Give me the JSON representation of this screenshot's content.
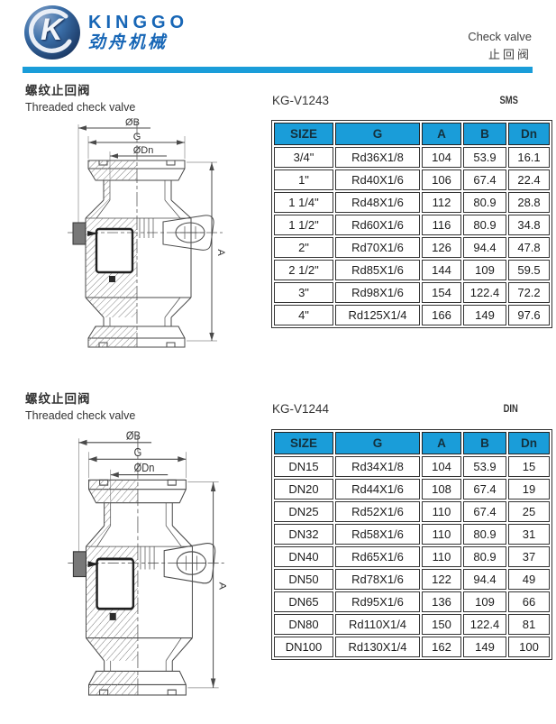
{
  "header": {
    "logo_monogram": "K",
    "brand": "KINGGO",
    "brand_cn": "劲舟机械",
    "product_en": "Check valve",
    "product_cn": "止回阀"
  },
  "colors": {
    "accent_blue": "#1a9dd9",
    "logo_blue": "#1766b6",
    "table_header_bg": "#1a9dd9"
  },
  "drawing_labels": {
    "ob": "ØB",
    "g": "G",
    "odn": "ØDn",
    "a": "A"
  },
  "sections": [
    {
      "title_cn": "螺纹止回阀",
      "title_en": "Threaded check valve",
      "model": "KG-V1243",
      "standard": "SMS",
      "table": {
        "columns": [
          "SIZE",
          "G",
          "A",
          "B",
          "Dn"
        ],
        "rows": [
          [
            "3/4\"",
            "Rd36X1/8",
            "104",
            "53.9",
            "16.1"
          ],
          [
            "1\"",
            "Rd40X1/6",
            "106",
            "67.4",
            "22.4"
          ],
          [
            "1 1/4\"",
            "Rd48X1/6",
            "112",
            "80.9",
            "28.8"
          ],
          [
            "1 1/2\"",
            "Rd60X1/6",
            "116",
            "80.9",
            "34.8"
          ],
          [
            "2\"",
            "Rd70X1/6",
            "126",
            "94.4",
            "47.8"
          ],
          [
            "2 1/2\"",
            "Rd85X1/6",
            "144",
            "109",
            "59.5"
          ],
          [
            "3\"",
            "Rd98X1/6",
            "154",
            "122.4",
            "72.2"
          ],
          [
            "4\"",
            "Rd125X1/4",
            "166",
            "149",
            "97.6"
          ]
        ]
      }
    },
    {
      "title_cn": "螺纹止回阀",
      "title_en": "Threaded check valve",
      "model": "KG-V1244",
      "standard": "DIN",
      "table": {
        "columns": [
          "SIZE",
          "G",
          "A",
          "B",
          "Dn"
        ],
        "rows": [
          [
            "DN15",
            "Rd34X1/8",
            "104",
            "53.9",
            "15"
          ],
          [
            "DN20",
            "Rd44X1/6",
            "108",
            "67.4",
            "19"
          ],
          [
            "DN25",
            "Rd52X1/6",
            "110",
            "67.4",
            "25"
          ],
          [
            "DN32",
            "Rd58X1/6",
            "110",
            "80.9",
            "31"
          ],
          [
            "DN40",
            "Rd65X1/6",
            "110",
            "80.9",
            "37"
          ],
          [
            "DN50",
            "Rd78X1/6",
            "122",
            "94.4",
            "49"
          ],
          [
            "DN65",
            "Rd95X1/6",
            "136",
            "109",
            "66"
          ],
          [
            "DN80",
            "Rd110X1/4",
            "150",
            "122.4",
            "81"
          ],
          [
            "DN100",
            "Rd130X1/4",
            "162",
            "149",
            "100"
          ]
        ]
      }
    }
  ]
}
